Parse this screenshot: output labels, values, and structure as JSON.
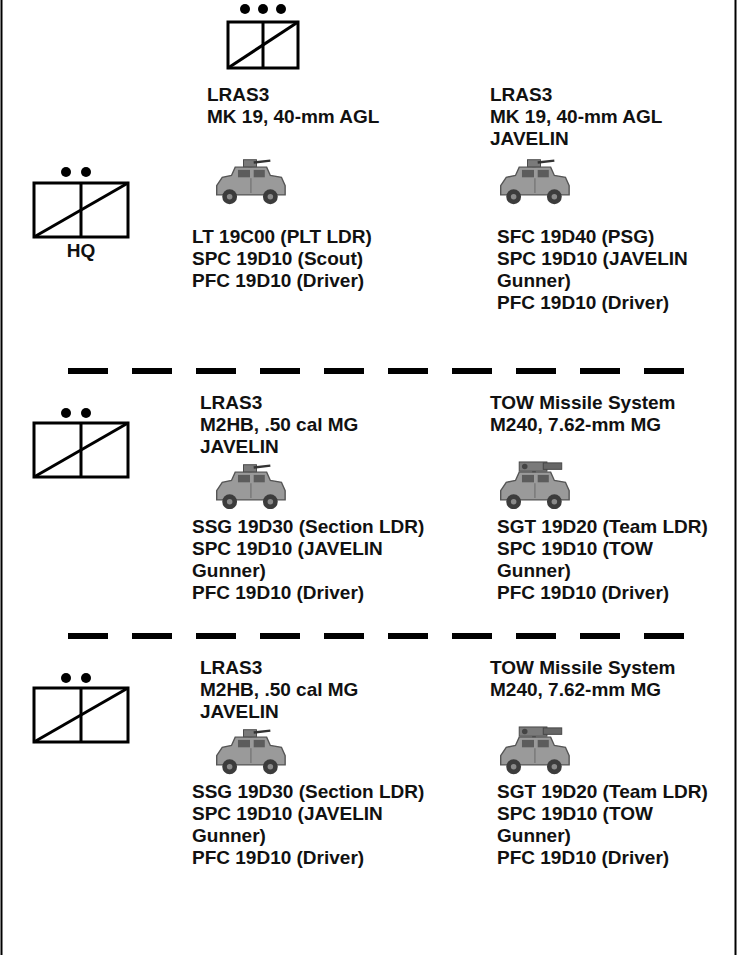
{
  "diagram": {
    "nodes": [
      {
        "text": [
          "HQ"
        ]
      }
    ],
    "labels": [
      "LRAS3",
      "MK 19, 40-mm AGL",
      "LRAS3",
      "MK 19, 40-mm AGL",
      "JAVELIN",
      "LT 19C00 (PLT LDR)",
      "SPC 19D10 (Scout)",
      "PFC 19D10 (Driver)",
      "SFC 19D40 (PSG)",
      "SPC 19D10 (JAVELIN Gunner)",
      "PFC 19D10 (Driver)",
      "LRAS3",
      "M2HB, .50 cal MG",
      "JAVELIN",
      "TOW Missile System",
      "M240, 7.62-mm MG",
      "SSG 19D30 (Section LDR)",
      "SPC 19D10 (JAVELIN Gunner)",
      "PFC 19D10 (Driver)",
      "SGT 19D20 (Team LDR)",
      "SPC 19D10 (TOW Gunner)",
      "PFC 19D10 (Driver)",
      "LRAS3",
      "M2HB, .50 cal MG",
      "JAVELIN",
      "TOW Missile System",
      "M240, 7.62-mm MG",
      "SSG 19D30 (Section LDR)",
      "SPC 19D10 (JAVELIN Gunner)",
      "PFC 19D10 (Driver)",
      "SGT 19D20 (Team LDR)",
      "SPC 19D10 (TOW Gunner)",
      "PFC 19D10 (Driver)"
    ]
  }
}
